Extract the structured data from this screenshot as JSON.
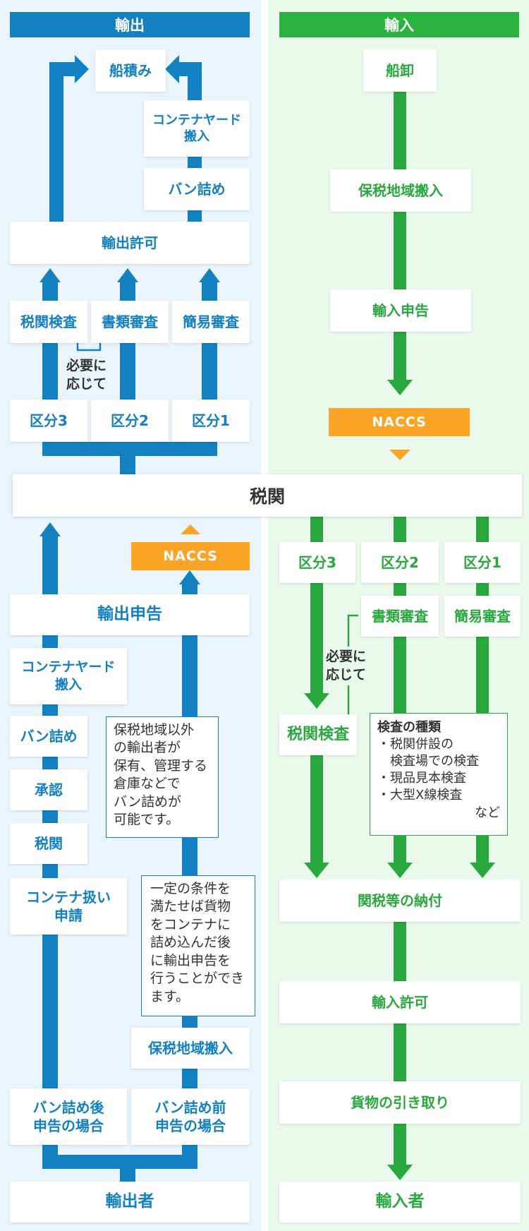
{
  "export": {
    "header": "輸出",
    "loading": "船積み",
    "cy_carry_in_top": "コンテナヤード\n搬入",
    "vanning_top": "バン詰め",
    "permit": "輸出許可",
    "tax_inspection": "税関検査",
    "document_review": "書類審査",
    "simple_review": "簡易審査",
    "as_needed": "必要に\n応じて",
    "cat3": "区分3",
    "cat2": "区分2",
    "cat1": "区分1",
    "naccs": "NACCS",
    "declaration": "輸出申告",
    "cy_carry_in": "コンテナヤード\n搬入",
    "vanning": "バン詰め",
    "approval": "承認",
    "customs_small": "税関",
    "container_app": "コンテナ扱い\n申請",
    "note_vanning": "保税地域以外\nの輸出者が\n保有、管理する\n倉庫などで\nバン詰めが\n可能です。",
    "note_condition": "一定の条件を\n満たせば貨物\nをコンテナに\n詰め込んだ後\nに輸出申告を\n行うことができ\nます。",
    "bonded_carry_in": "保税地域搬入",
    "after_vanning": "バン詰め後\n申告の場合",
    "before_vanning": "バン詰め前\n申告の場合",
    "exporter": "輸出者"
  },
  "customs": "税関",
  "import": {
    "header": "輸入",
    "unloading": "船卸",
    "bonded_carry_in": "保税地域搬入",
    "declaration": "輸入申告",
    "naccs": "NACCS",
    "cat3": "区分3",
    "cat2": "区分2",
    "cat1": "区分1",
    "document_review": "書類審査",
    "simple_review": "簡易審査",
    "as_needed": "必要に\n応じて",
    "tax_inspection": "税関検査",
    "inspection_kinds_title": "検査の種類",
    "inspection_kinds": [
      "・税関併設の\n　検査場での検査",
      "・現品見本検査",
      "・大型X線検査"
    ],
    "inspection_kinds_etc": "など",
    "payment": "関税等の納付",
    "permit": "輸入許可",
    "pickup": "貨物の引き取り",
    "importer": "輸入者"
  },
  "colors": {
    "export": "#1380c2",
    "import": "#29a83d",
    "naccs": "#fba426"
  }
}
